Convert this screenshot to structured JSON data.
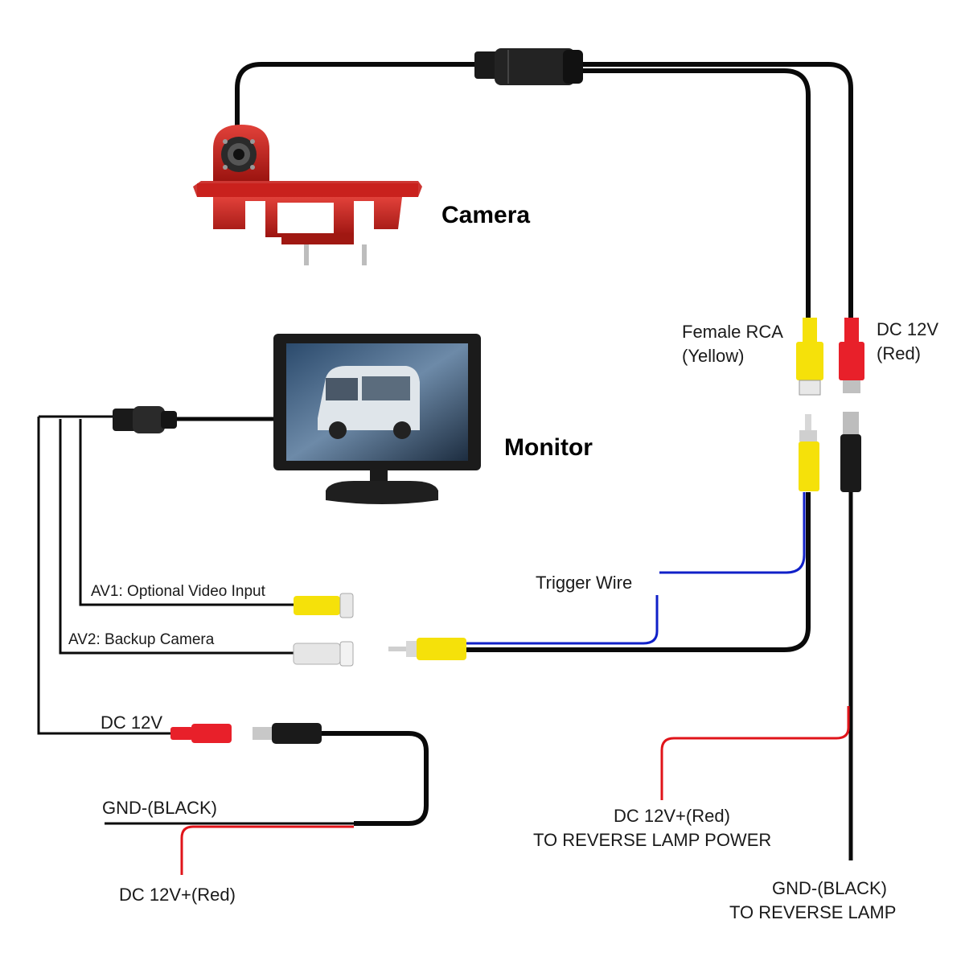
{
  "labels": {
    "camera": "Camera",
    "monitor": "Monitor",
    "female_rca_line1": "Female RCA",
    "female_rca_line2": "(Yellow)",
    "dc12v_line1": "DC 12V",
    "dc12v_line2": "(Red)",
    "trigger_wire": "Trigger Wire",
    "av1": "AV1: Optional Video Input",
    "av2": "AV2: Backup Camera",
    "monitor_dc12v": "DC 12V",
    "monitor_gnd": "GND-(BLACK)",
    "monitor_dc12v_red": "DC 12V+(Red)",
    "reverse_power_line1": "DC 12V+(Red)",
    "reverse_power_line2": "TO REVERSE LAMP POWER",
    "reverse_gnd_line1": "GND-(BLACK)",
    "reverse_gnd_line2": "TO REVERSE LAMP"
  },
  "colors": {
    "wire_black": "#0a0a0a",
    "wire_red": "#e0141a",
    "wire_blue": "#1020c8",
    "connector_yellow": "#f5e10a",
    "connector_red": "#e8202a",
    "connector_white": "#e6e6e6",
    "camera_red": "#c8201c"
  }
}
